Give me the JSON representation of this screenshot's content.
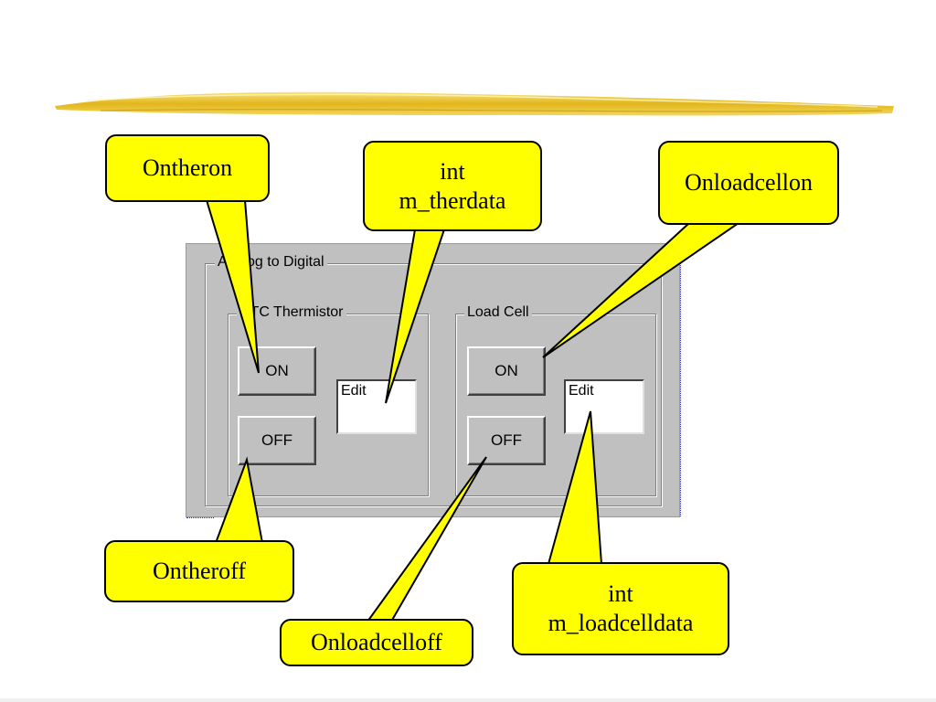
{
  "dialog": {
    "outer_group": "Analog to Digital",
    "thermistor_group": "NTC Thermistor",
    "loadcell_group": "Load Cell",
    "therm_on": "ON",
    "therm_off": "OFF",
    "therm_edit": "Edit",
    "load_on": "ON",
    "load_off": "OFF",
    "load_edit": "Edit"
  },
  "callouts": {
    "ontheron": "Ontheron",
    "therdata_line1": "int",
    "therdata_line2": "m_therdata",
    "onloadcellon": "Onloadcellon",
    "ontheroff": "Ontheroff",
    "onloadcelloff": "Onloadcelloff",
    "loaddata_line1": "int",
    "loaddata_line2": "m_loadcelldata"
  },
  "colors": {
    "callout_fill": "#ffff00",
    "dialog_bg": "#c0c0c0",
    "brush_stroke": "#e8c020"
  }
}
